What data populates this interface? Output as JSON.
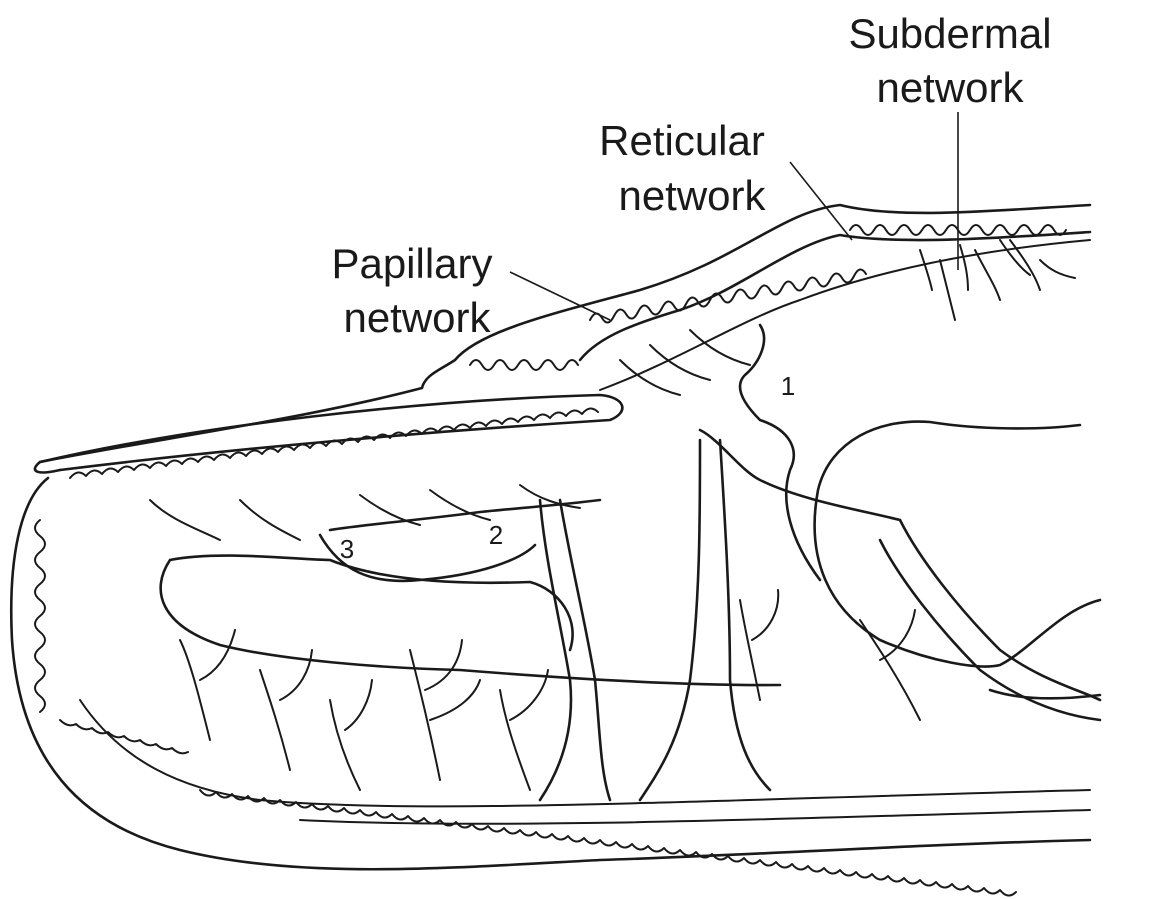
{
  "labels": {
    "subdermal_line1": "Subdermal",
    "subdermal_line2": "network",
    "reticular_line1": "Reticular",
    "reticular_line2": "network",
    "papillary_line1": "Papillary",
    "papillary_line2": "network"
  },
  "markers": {
    "one": "1",
    "two": "2",
    "three": "3"
  },
  "colors": {
    "ink": "#1a1a1a",
    "background": "#ffffff"
  }
}
